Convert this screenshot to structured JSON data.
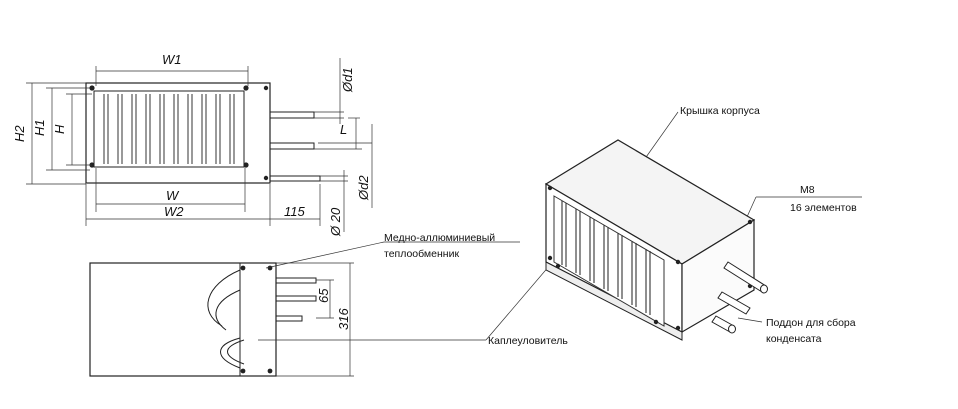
{
  "front_view": {
    "dims": {
      "w1": "W1",
      "w": "W",
      "w2": "W2",
      "h": "H",
      "h1": "H1",
      "h2": "H2",
      "l": "L",
      "d1": "Ød1",
      "d2": "Ød2",
      "d20": "Ø 20",
      "offset": "115"
    }
  },
  "side_view": {
    "dims": {
      "d65": "65",
      "d316": "316"
    }
  },
  "callouts": {
    "heat_exchanger_line1": "Медно-аллюминиевый",
    "heat_exchanger_line2": "теплообменник",
    "droplet_separator": "Каплеуловитель",
    "housing_cover": "Крышка корпуса",
    "bolt_size": "M8",
    "bolt_count": "16 элементов",
    "drain_pan_line1": "Поддон для сбора",
    "drain_pan_line2": "конденсата"
  }
}
